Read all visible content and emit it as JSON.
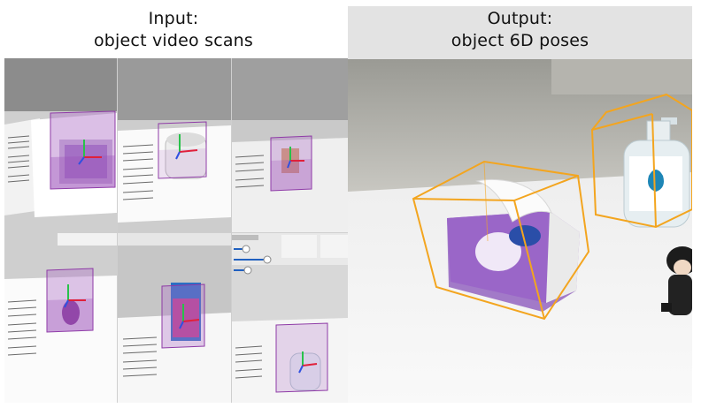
{
  "left_panel": {
    "title_line1": "Input:",
    "title_line2": "object video scans"
  },
  "right_panel": {
    "title_line1": "Output:",
    "title_line2": "object 6D poses"
  },
  "colors": {
    "scan_box": "#8e3aa6",
    "pose_box": "#f3a51f",
    "axis_x": "#e0203a",
    "axis_y": "#28c24a",
    "axis_z": "#3050e0"
  }
}
